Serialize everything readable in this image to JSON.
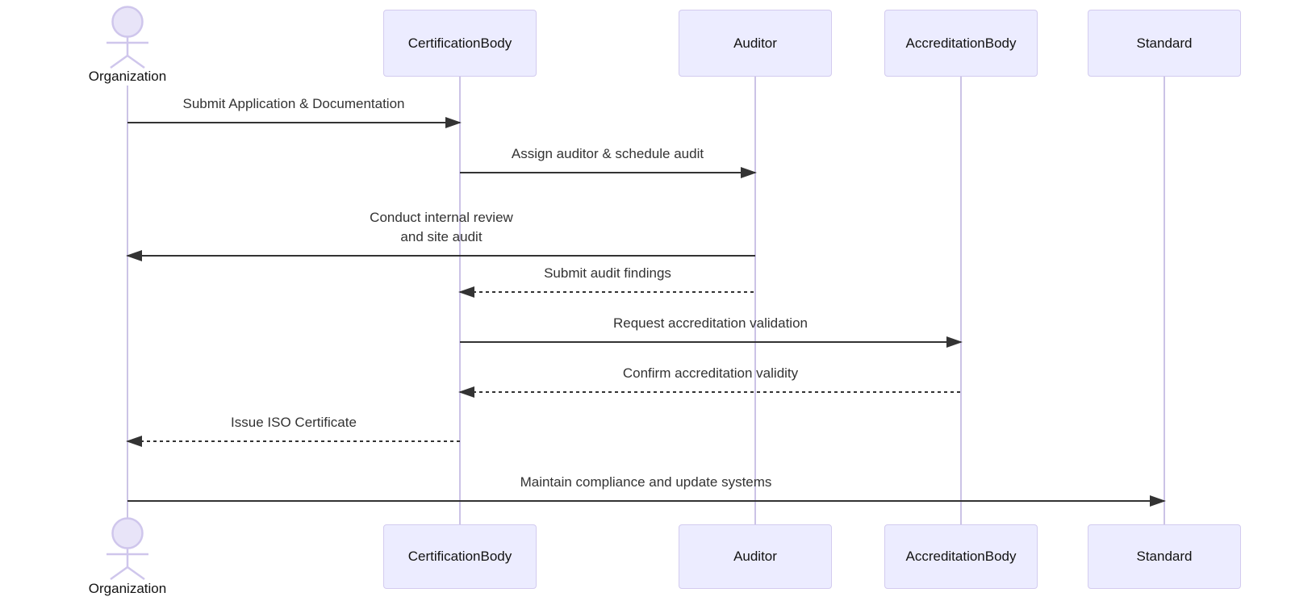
{
  "diagram": {
    "type": "sequence",
    "participants": [
      {
        "id": "organization",
        "label": "Organization",
        "kind": "actor"
      },
      {
        "id": "certification-body",
        "label": "CertificationBody",
        "kind": "participant"
      },
      {
        "id": "auditor",
        "label": "Auditor",
        "kind": "participant"
      },
      {
        "id": "accreditation-body",
        "label": "AccreditationBody",
        "kind": "participant"
      },
      {
        "id": "standard",
        "label": "Standard",
        "kind": "participant"
      }
    ],
    "messages": [
      {
        "from": "Organization",
        "to": "CertificationBody",
        "text": "Submit Application & Documentation",
        "line": "solid",
        "arrow": "filled"
      },
      {
        "from": "CertificationBody",
        "to": "Auditor",
        "text": "Assign auditor & schedule audit",
        "line": "solid",
        "arrow": "filled"
      },
      {
        "from": "Auditor",
        "to": "Organization",
        "text": "Conduct internal review\nand site audit",
        "line": "solid",
        "arrow": "filled"
      },
      {
        "from": "Auditor",
        "to": "CertificationBody",
        "text": "Submit audit findings",
        "line": "dashed",
        "arrow": "filled"
      },
      {
        "from": "CertificationBody",
        "to": "AccreditationBody",
        "text": "Request accreditation validation",
        "line": "solid",
        "arrow": "filled"
      },
      {
        "from": "AccreditationBody",
        "to": "CertificationBody",
        "text": "Confirm accreditation validity",
        "line": "dashed",
        "arrow": "filled"
      },
      {
        "from": "CertificationBody",
        "to": "Organization",
        "text": "Issue ISO Certificate",
        "line": "dashed",
        "arrow": "filled"
      },
      {
        "from": "Organization",
        "to": "Standard",
        "text": "Maintain compliance and update systems",
        "line": "solid",
        "arrow": "filled"
      }
    ],
    "colors": {
      "participant_fill": "#ECECFF",
      "participant_border": "#D3CBEF",
      "lifeline": "#CBC3E6",
      "message_line": "#333333",
      "message_text": "#333333",
      "label_text": "#131313",
      "background": "#ffffff"
    }
  }
}
